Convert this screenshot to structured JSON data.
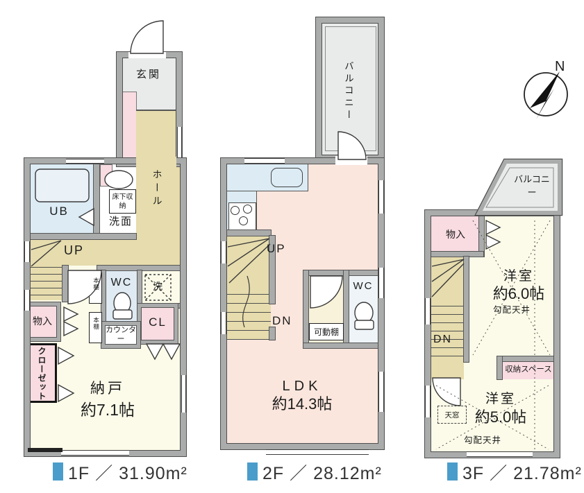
{
  "compass": {
    "north": "N"
  },
  "floor1": {
    "label": "1F ／ 31.90m²",
    "genkan": "玄関",
    "hall": "ホール",
    "ub": "UB",
    "underfloor_storage": "床下収納",
    "washroom": "洗面",
    "stairs_up": "UP",
    "wc": "WC",
    "laundry": "洗",
    "bookshelf": "本棚",
    "storage": "物入",
    "closet_cl": "CL",
    "counter": "カウンター",
    "closet": "クローゼット",
    "storeroom_name": "納戸",
    "storeroom_size": "約7.1帖"
  },
  "floor2": {
    "label": "2F ／ 28.12m²",
    "balcony": "バルコニー",
    "stairs_up": "UP",
    "stairs_down": "DN",
    "movable_shelf": "可動棚",
    "wc": "WC",
    "ldk_name": "LDK",
    "ldk_size": "約14.3帖"
  },
  "floor3": {
    "label": "3F ／ 21.78m²",
    "balcony": "バルコニー",
    "storage": "物入",
    "stairs_down": "DN",
    "room6_name": "洋室",
    "room6_size": "約6.0帖",
    "room6_ceiling": "勾配天井",
    "storage_space": "収納スペース",
    "skylight": "天窓",
    "room5_name": "洋室",
    "room5_size": "約5.0帖",
    "room5_ceiling": "勾配天井"
  },
  "colors": {
    "accent": "#4a9dca",
    "wall": "#aaabab",
    "room_cream": "#fcfbe9",
    "hall_tan": "#e6dcad",
    "closet_pink": "#f8dce2",
    "wet_blue": "#dcebf4",
    "ldk_peach": "#fbe6dd",
    "balcony_gray": "#e9ebeb"
  }
}
